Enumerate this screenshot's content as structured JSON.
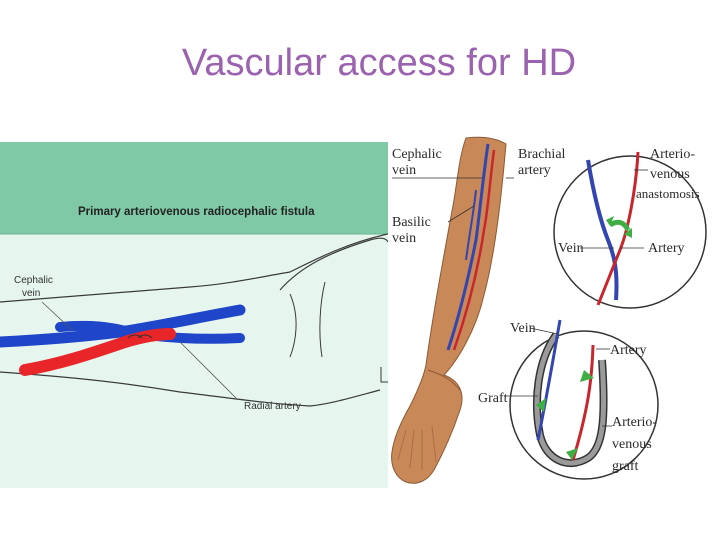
{
  "slide": {
    "title": "Vascular access for HD"
  },
  "left_figure": {
    "caption": "Primary arteriovenous radiocephalic fistula",
    "labels": {
      "cephalic_vein_line1": "Cephalic",
      "cephalic_vein_line2": "vein",
      "radial_artery": "Radial artery"
    },
    "colors": {
      "header_band": "#80c9a6",
      "background": "#e6f6ef",
      "vein": "#1f46c9",
      "artery": "#e8262a"
    }
  },
  "right_figure": {
    "labels": {
      "cephalic_vein_line1": "Cephalic",
      "cephalic_vein_line2": "vein",
      "brachial_artery_line1": "Brachial",
      "brachial_artery_line2": "artery",
      "basilic_vein_line1": "Basilic",
      "basilic_vein_line2": "vein",
      "av_anastomosis_line1": "Arterio-",
      "av_anastomosis_line2": "venous",
      "av_anastomosis_line3": "anastomosis",
      "inset1_vein": "Vein",
      "inset1_artery": "Artery",
      "inset2_vein": "Vein",
      "inset2_artery": "Artery",
      "graft": "Graft",
      "av_graft_line1": "Arterio-",
      "av_graft_line2": "venous",
      "av_graft_line3": "graft"
    },
    "colors": {
      "skin": "#c98858",
      "vein": "#3345b0",
      "artery": "#c8262c",
      "flow_arrow": "#3fae45"
    }
  }
}
